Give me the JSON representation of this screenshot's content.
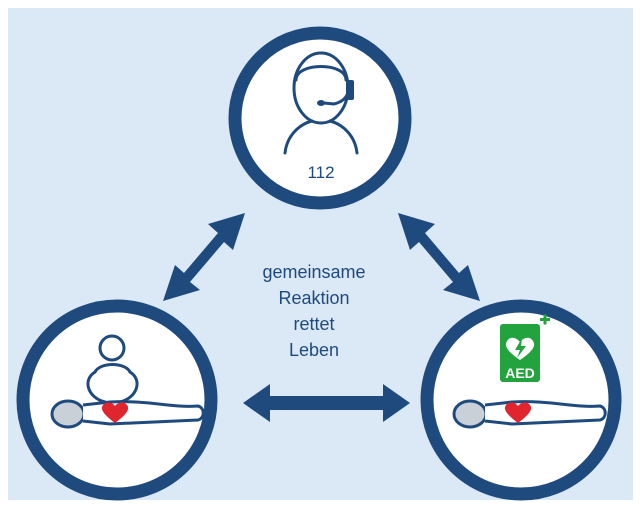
{
  "diagram": {
    "center_text": [
      "gemeinsame",
      "Reaktion",
      "rettet",
      "Leben"
    ],
    "nodes": [
      {
        "id": "emergency-call",
        "label": "112",
        "icon": "headset-dispatcher-icon"
      },
      {
        "id": "cpr",
        "label": "",
        "icon": "cpr-compressions-icon"
      },
      {
        "id": "aed",
        "label": "AED",
        "icon": "aed-defibrillator-icon"
      }
    ],
    "colors": {
      "background": "#dbe8f6",
      "navy": "#1e4a7e",
      "heart": "#e0252f",
      "aed_green": "#22a33d",
      "circle_fill": "#ffffff",
      "body_grey": "#c9d0d8"
    }
  }
}
